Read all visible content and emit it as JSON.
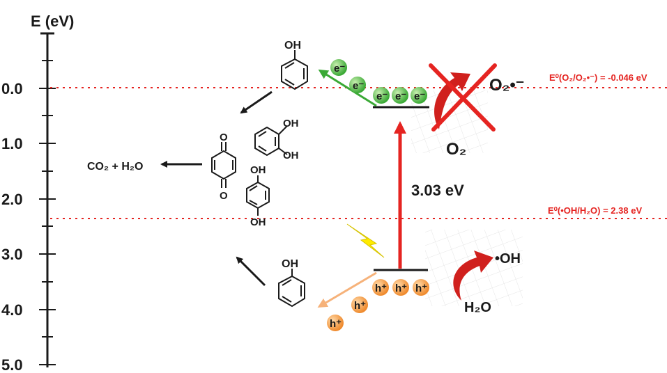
{
  "axis": {
    "title": "E (eV)",
    "ticks": [
      "0.0",
      "1.0",
      "2.0",
      "3.0",
      "4.0",
      "5.0"
    ]
  },
  "potentials": {
    "superoxide": "E⁰(O₂/O₂•⁻) = -0.046 eV",
    "hydroxyl": "E⁰(•OH/H₂O) = 2.38 eV"
  },
  "band_gap": "3.03 eV",
  "electron_label": "e⁻",
  "hole_label": "h⁺",
  "species": {
    "o2": "O₂",
    "superoxide": "O₂•⁻",
    "hydroxyl": "•OH",
    "water": "H₂O",
    "products": "CO₂ + H₂O"
  },
  "molecule_labels": {
    "oh": "OH",
    "o": "O"
  },
  "colors": {
    "reference_line": "#e52421",
    "electron": "#3aa935",
    "hole": "#f28b2c",
    "gap_arrow": "#e52421"
  }
}
